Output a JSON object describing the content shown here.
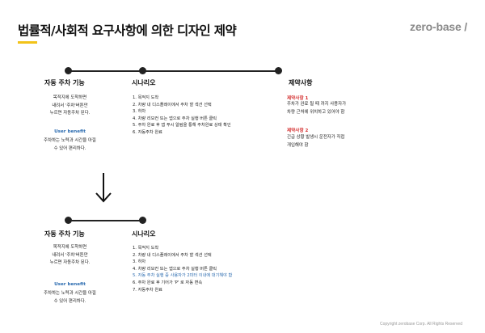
{
  "title": "법률적/사회적 요구사항에 의한 디자인 제약",
  "logo": "zero-base /",
  "before": {
    "feature": {
      "heading": "자동 주차 기능",
      "desc": [
        "목적지에 도착하면",
        "내려서 '주차'버튼만",
        "누르면 자동주차 된다."
      ],
      "benefit_label": "User benefit",
      "benefit_text": [
        "주차하는 노력과 시간을 아낄",
        "수 있어 편리하다."
      ]
    },
    "scenario": {
      "heading": "시나리오",
      "steps": [
        "1. 목적지 도착",
        "2. 차량 내 디스플레이에서 주차 할 섹션 선택",
        "3. 하차",
        "4. 차량 리모컨 또는 앱으로 주차 실행 버튼 클릭",
        "5. 주차 완료 후 앱 푸시 알림을 통해 주차완료 상태 확인",
        "6. 자동주차 완료"
      ]
    },
    "constraints": {
      "heading": "제약사항",
      "items": [
        {
          "title": "제약사항 1",
          "lines": [
            "주차가 완료 될 때 까지 사용자가",
            "차량 근처에 위치하고 있어야 함"
          ]
        },
        {
          "title": "제약사항 2",
          "lines": [
            "긴급 상황 발생시 운전자가 직접",
            "개입해야 함"
          ]
        }
      ]
    }
  },
  "after": {
    "feature": {
      "heading": "자동 주차 기능",
      "desc": [
        "목적지에 도착하면",
        "내려서 '주차'버튼만",
        "누르면 자동주차 된다."
      ],
      "benefit_label": "User benefit",
      "benefit_text": [
        "주차하는 노력과 시간을 아낄",
        "수 있어 편리하다."
      ]
    },
    "scenario": {
      "heading": "시나리오",
      "steps": [
        "1. 목적지 도착",
        "2. 차량 내 디스플레이에서 주차 할 섹션 선택",
        "3. 하차",
        "4. 차량 리모컨 또는 앱으로 주차 실행 버튼 클릭",
        "5. 자동 주차 실행 중 사용자가 2미터 이내에 대기해야 함",
        "6. 주차 완료 후 기어가 'P' 로 자동 변속",
        "7. 자동주차 완료"
      ],
      "highlight_index": 4
    }
  },
  "copyright": "Copyright zerobase Corp. All Rights Reserved",
  "colors": {
    "accent_yellow": "#f2c318",
    "benefit_blue": "#2c6cb0",
    "constraint_red": "#d53333"
  }
}
